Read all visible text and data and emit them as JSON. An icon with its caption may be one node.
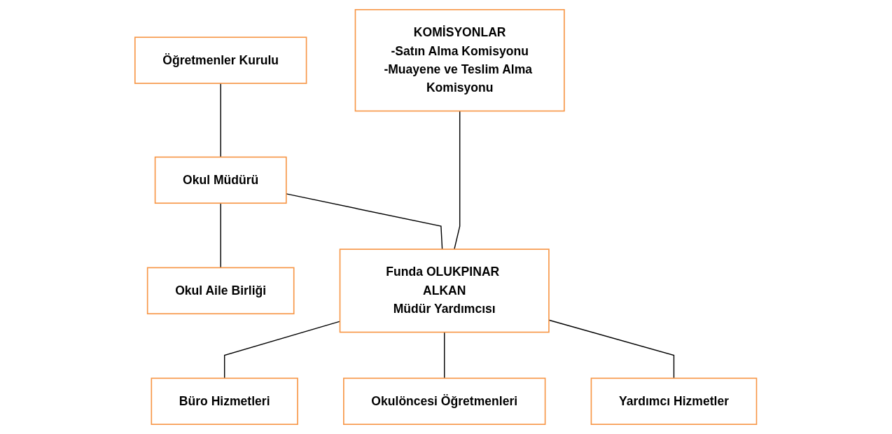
{
  "diagram": {
    "nodes": [
      {
        "text": [
          "Öğretmenler Kurulu"
        ]
      },
      {
        "text": [
          "Okul Müdürü"
        ]
      },
      {
        "text": [
          "Okul Aile Birliği"
        ]
      },
      {
        "text": [
          "KOMİSYONLAR",
          "-Satın Alma Komisyonu",
          "-Muayene ve Teslim Alma Komisyonu"
        ]
      },
      {
        "text": [
          "Funda OLUKPINAR ALKAN",
          "Müdür Yardımcısı"
        ]
      },
      {
        "text": [
          "Büro Hizmetleri"
        ]
      },
      {
        "text": [
          "Okulöncesi Öğretmenleri"
        ]
      },
      {
        "text": [
          "Yardımcı Hizmetler"
        ]
      }
    ],
    "edges": [
      {
        "from": 0,
        "to": 1,
        "arrow": "none"
      },
      {
        "from": 1,
        "to": 2,
        "arrow": "none"
      },
      {
        "from": 1,
        "to": 4,
        "arrow": "none"
      },
      {
        "from": 3,
        "to": 4,
        "arrow": "none"
      },
      {
        "from": 4,
        "to": 5,
        "arrow": "none"
      },
      {
        "from": 4,
        "to": 6,
        "arrow": "none"
      },
      {
        "from": 4,
        "to": 7,
        "arrow": "none"
      }
    ]
  }
}
